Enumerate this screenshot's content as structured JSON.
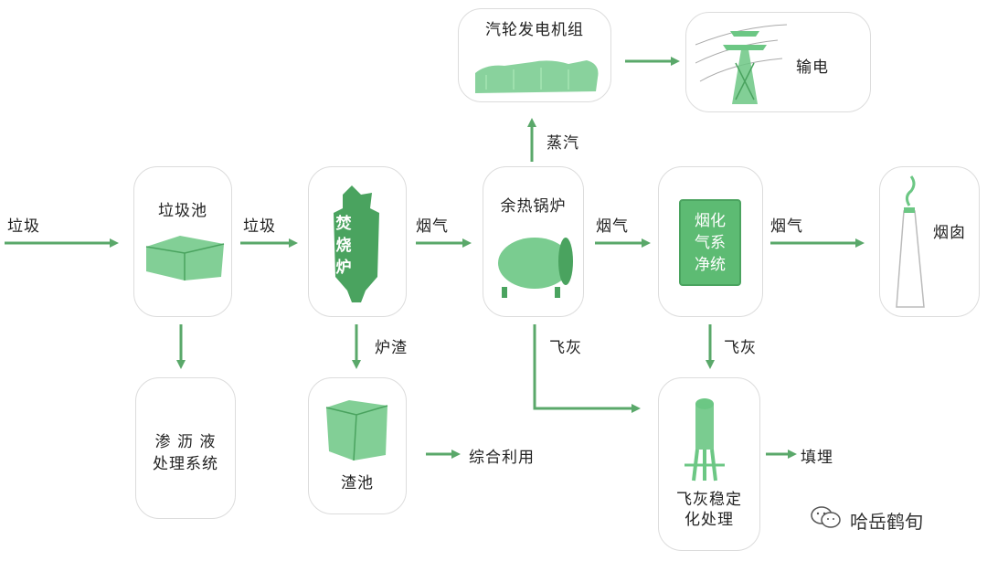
{
  "nodes": {
    "laji_chi": "垃圾池",
    "fenshaolu": "焚烧炉",
    "yure_guolu": "余热锅炉",
    "yanqi_jinghua": "烟化气系净统",
    "yancong": "烟囱",
    "qilun": "汽轮发电机组",
    "shudian": "输电",
    "shenlvye": "渗 沥 液\n处理系统",
    "zhachi": "渣池",
    "feihui_wending": "飞灰稳定\n化处理"
  },
  "furnace_label": "焚烧炉",
  "filter_label_lines": [
    "烟化",
    "气系",
    "净统"
  ],
  "labels": {
    "laji_in": "垃圾",
    "laji_2": "垃圾",
    "yanqi_1": "烟气",
    "yanqi_2": "烟气",
    "yanqi_3": "烟气",
    "zhengqi": "蒸汽",
    "luzha": "炉渣",
    "feihui_1": "飞灰",
    "feihui_2": "飞灰",
    "zonghe": "综合利用",
    "tianmai": "填埋"
  },
  "watermark": "哈岳鹤旬",
  "colors": {
    "arrow": "#5aa86a",
    "green": "#6cc784",
    "green_dark": "#4aa35f",
    "border": "#dcdcdc"
  }
}
